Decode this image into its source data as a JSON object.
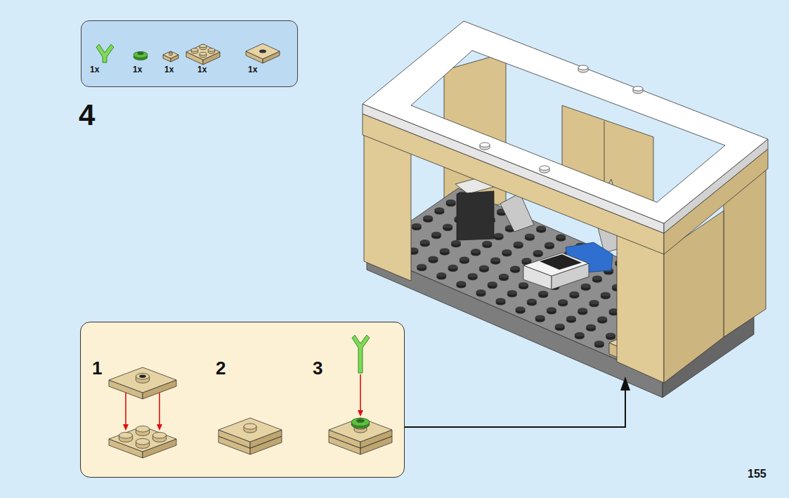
{
  "diagram": {
    "nodes": [
      {
        "text": [
          "1x",
          "1x",
          "1x",
          "1x",
          "1x"
        ]
      },
      {
        "text": [
          "1",
          "2",
          "3"
        ]
      }
    ],
    "labels": [
      "4",
      "155"
    ]
  }
}
